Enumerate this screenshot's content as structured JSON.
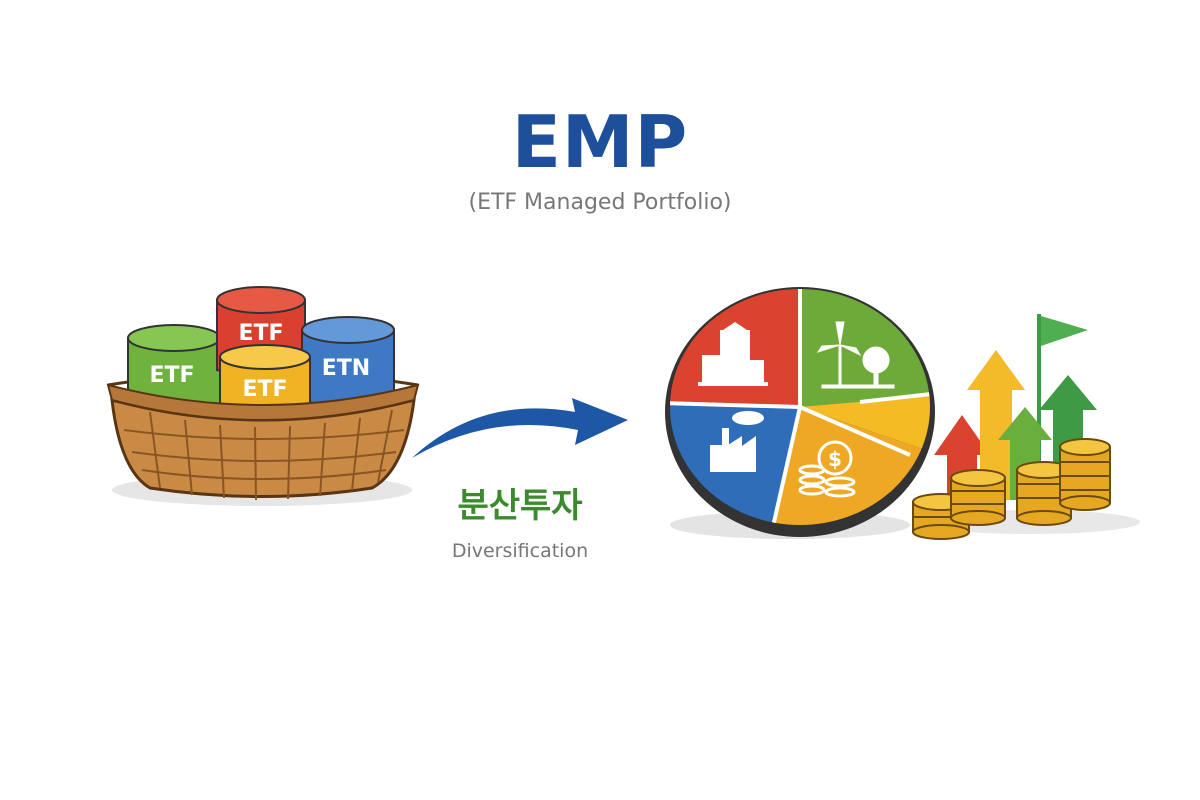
{
  "header": {
    "title": "EMP",
    "subtitle": "(ETF Managed Portfolio)"
  },
  "basket": {
    "items": [
      {
        "label": "ETF",
        "color": "#6fb23e"
      },
      {
        "label": "ETF",
        "color": "#d9402f"
      },
      {
        "label": "ETN",
        "color": "#3f79c4"
      },
      {
        "label": "ETF",
        "color": "#f0b323"
      }
    ]
  },
  "arrow_caption": {
    "korean": "분산투자",
    "english": "Diversification"
  },
  "pie": {
    "segments": [
      {
        "icon": "buildings-icon",
        "color": "#d9432f"
      },
      {
        "icon": "wind-turbine-tree-icon",
        "color": "#6eaa3a"
      },
      {
        "icon": "coins-dollar-icon",
        "color": "#eea823"
      },
      {
        "icon": "factory-icon",
        "color": "#2f6db8"
      }
    ]
  },
  "colors": {
    "title": "#1d4f9a",
    "caption_green": "#3c8a2e",
    "arrow_blue": "#1e57a6"
  }
}
